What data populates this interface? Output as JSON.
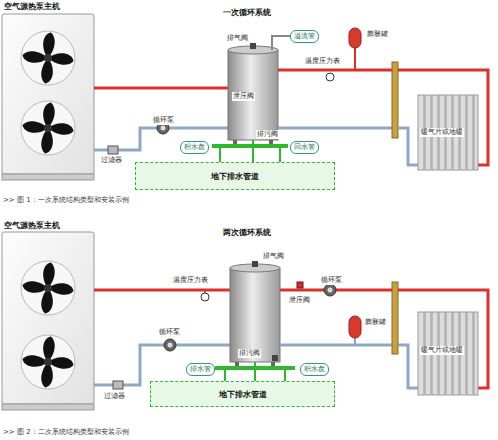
{
  "diagram": {
    "nodes": [
      {
        "text": [
          "溢流管"
        ]
      },
      {
        "text": [
          "积水盘"
        ]
      },
      {
        "text": [
          "回水管"
        ]
      },
      {
        "text": [
          "地下排水管道"
        ]
      },
      {
        "text": [
          "排水管"
        ]
      },
      {
        "text": [
          "积水盘"
        ]
      },
      {
        "text": [
          "地下排水管道"
        ]
      }
    ],
    "labels": [
      "空气源热泵主机",
      "一次循环系统",
      "排气阀",
      "泄压阀",
      "膨胀罐",
      "温度压力表",
      "排污阀",
      "循环泵",
      "过滤器",
      "暖气片或地暖",
      ">> 图 1：一次系统结构类型和安装示例",
      "空气源热泵主机",
      "两次循环系统",
      "排气阀",
      "温度压力表",
      "泄压阀",
      "循环泵",
      "膨胀罐",
      "循环泵",
      "排污阀",
      "过滤器",
      "暖气片或地暖",
      ">> 图 2：二次系统结构类型和安装示例"
    ]
  }
}
